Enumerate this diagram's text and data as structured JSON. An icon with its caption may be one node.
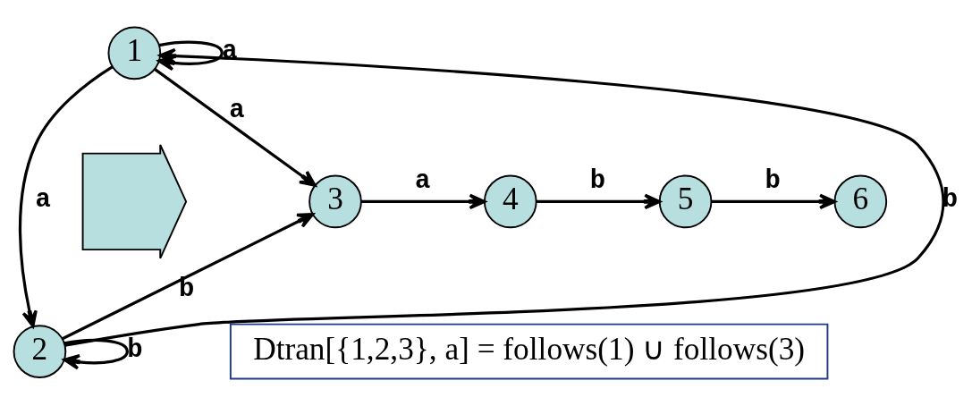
{
  "diagram": {
    "nodes": [
      {
        "text": [],
        "shape": "arrow"
      },
      {
        "text": [
          "1"
        ]
      },
      {
        "text": [
          "2"
        ]
      },
      {
        "text": [
          "3"
        ]
      },
      {
        "text": [
          "4"
        ]
      },
      {
        "text": [
          "5"
        ]
      },
      {
        "text": [
          "6"
        ]
      },
      {
        "text": [
          "Dtran[{1,2,3}, a] = follows(1) ∪ follows(3)"
        ]
      }
    ],
    "edges": [
      {
        "from": 1,
        "to": 1,
        "arrow": "to",
        "label": "a"
      },
      {
        "from": 1,
        "to": 2,
        "arrow": "to",
        "label": "a"
      },
      {
        "from": 2,
        "to": 1,
        "arrow": "to",
        "label": "b"
      },
      {
        "from": 1,
        "to": 3,
        "arrow": "to",
        "label": "a"
      },
      {
        "from": 2,
        "to": 3,
        "arrow": "to",
        "label": "b"
      },
      {
        "from": 2,
        "to": 2,
        "arrow": "to",
        "label": "b"
      },
      {
        "from": 3,
        "to": 4,
        "arrow": "to",
        "label": "a"
      },
      {
        "from": 4,
        "to": 5,
        "arrow": "to",
        "label": "b"
      },
      {
        "from": 5,
        "to": 6,
        "arrow": "to",
        "label": "b"
      }
    ]
  }
}
